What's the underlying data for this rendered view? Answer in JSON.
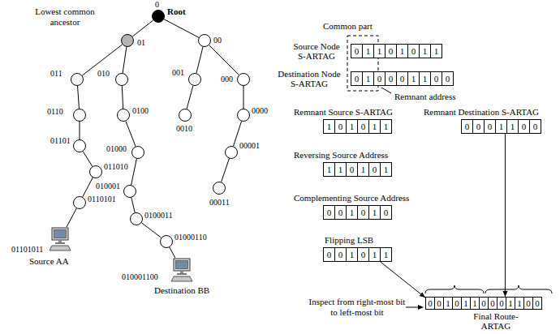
{
  "diagram": {
    "nodes": [
      {
        "text": [
          "0",
          "Root"
        ]
      },
      {
        "text": [
          "01"
        ]
      },
      {
        "text": [
          "00"
        ]
      },
      {
        "text": [
          "011"
        ]
      },
      {
        "text": [
          "010"
        ]
      },
      {
        "text": [
          "001"
        ]
      },
      {
        "text": [
          "000"
        ]
      },
      {
        "text": [
          "0110"
        ]
      },
      {
        "text": [
          "0100"
        ]
      },
      {
        "text": [
          "0010"
        ]
      },
      {
        "text": [
          "0000"
        ]
      },
      {
        "text": [
          "01101"
        ]
      },
      {
        "text": [
          "01000"
        ]
      },
      {
        "text": [
          "00001"
        ]
      },
      {
        "text": [
          "011010"
        ]
      },
      {
        "text": [
          "010001"
        ]
      },
      {
        "text": [
          "00011"
        ]
      },
      {
        "text": [
          "0110101"
        ]
      },
      {
        "text": [
          "0100011"
        ]
      },
      {
        "text": [
          "01000110"
        ]
      },
      {
        "text": [
          "01101011",
          "Source AA"
        ]
      },
      {
        "text": [
          "010001100",
          "Destination BB"
        ]
      },
      {
        "text": [
          "Source Node S-ARTAG"
        ]
      },
      {
        "text": [
          "0"
        ],
        "in": 22
      },
      {
        "text": [
          "1"
        ],
        "in": 22
      },
      {
        "text": [
          "1"
        ],
        "in": 22
      },
      {
        "text": [
          "0"
        ],
        "in": 22
      },
      {
        "text": [
          "1"
        ],
        "in": 22
      },
      {
        "text": [
          "0"
        ],
        "in": 22
      },
      {
        "text": [
          "1"
        ],
        "in": 22
      },
      {
        "text": [
          "1"
        ],
        "in": 22
      },
      {
        "text": [
          "Destination Node S-ARTAG"
        ]
      },
      {
        "text": [
          "0"
        ],
        "in": 31
      },
      {
        "text": [
          "1"
        ],
        "in": 31
      },
      {
        "text": [
          "0"
        ],
        "in": 31
      },
      {
        "text": [
          "0"
        ],
        "in": 31
      },
      {
        "text": [
          "0"
        ],
        "in": 31
      },
      {
        "text": [
          "1"
        ],
        "in": 31
      },
      {
        "text": [
          "1"
        ],
        "in": 31
      },
      {
        "text": [
          "0"
        ],
        "in": 31
      },
      {
        "text": [
          "0"
        ],
        "in": 31
      },
      {
        "text": [
          "Remnant Source S-ARTAG"
        ]
      },
      {
        "text": [
          "1"
        ],
        "in": 41
      },
      {
        "text": [
          "0"
        ],
        "in": 41
      },
      {
        "text": [
          "1"
        ],
        "in": 41
      },
      {
        "text": [
          "0"
        ],
        "in": 41
      },
      {
        "text": [
          "1"
        ],
        "in": 41
      },
      {
        "text": [
          "1"
        ],
        "in": 41
      },
      {
        "text": [
          "Remnant Destination S-ARTAG"
        ]
      },
      {
        "text": [
          "0"
        ],
        "in": 48
      },
      {
        "text": [
          "0"
        ],
        "in": 48
      },
      {
        "text": [
          "0"
        ],
        "in": 48
      },
      {
        "text": [
          "1"
        ],
        "in": 48
      },
      {
        "text": [
          "1"
        ],
        "in": 48
      },
      {
        "text": [
          "0"
        ],
        "in": 48
      },
      {
        "text": [
          "0"
        ],
        "in": 48
      },
      {
        "text": [
          "Reversing Source Address"
        ]
      },
      {
        "text": [
          "1"
        ],
        "in": 56
      },
      {
        "text": [
          "1"
        ],
        "in": 56
      },
      {
        "text": [
          "0"
        ],
        "in": 56
      },
      {
        "text": [
          "1"
        ],
        "in": 56
      },
      {
        "text": [
          "0"
        ],
        "in": 56
      },
      {
        "text": [
          "1"
        ],
        "in": 56
      },
      {
        "text": [
          "Complementing Source Address"
        ]
      },
      {
        "text": [
          "0"
        ],
        "in": 63
      },
      {
        "text": [
          "0"
        ],
        "in": 63
      },
      {
        "text": [
          "1"
        ],
        "in": 63
      },
      {
        "text": [
          "0"
        ],
        "in": 63
      },
      {
        "text": [
          "1"
        ],
        "in": 63
      },
      {
        "text": [
          "0"
        ],
        "in": 63
      },
      {
        "text": [
          "Flipping LSB"
        ]
      },
      {
        "text": [
          "0"
        ],
        "in": 70
      },
      {
        "text": [
          "0"
        ],
        "in": 70
      },
      {
        "text": [
          "1"
        ],
        "in": 70
      },
      {
        "text": [
          "0"
        ],
        "in": 70
      },
      {
        "text": [
          "1"
        ],
        "in": 70
      },
      {
        "text": [
          "1"
        ],
        "in": 70
      },
      {
        "text": [
          "Final Route-ARTAG"
        ]
      },
      {
        "text": [
          "0"
        ],
        "in": 77
      },
      {
        "text": [
          "0"
        ],
        "in": 77
      },
      {
        "text": [
          "1"
        ],
        "in": 77
      },
      {
        "text": [
          "0"
        ],
        "in": 77
      },
      {
        "text": [
          "1"
        ],
        "in": 77
      },
      {
        "text": [
          "1"
        ],
        "in": 77
      },
      {
        "text": [
          "0"
        ],
        "in": 77
      },
      {
        "text": [
          "0"
        ],
        "in": 77
      },
      {
        "text": [
          "0"
        ],
        "in": 77
      },
      {
        "text": [
          "1"
        ],
        "in": 77
      },
      {
        "text": [
          "1"
        ],
        "in": 77
      },
      {
        "text": [
          "0"
        ],
        "in": 77
      },
      {
        "text": [
          "0"
        ],
        "in": 77
      }
    ],
    "edges": [
      {
        "from": 0,
        "to": 1,
        "arrow": "none"
      },
      {
        "from": 0,
        "to": 2,
        "arrow": "none"
      },
      {
        "from": 1,
        "to": 3,
        "arrow": "none"
      },
      {
        "from": 1,
        "to": 4,
        "arrow": "none"
      },
      {
        "from": 2,
        "to": 5,
        "arrow": "none"
      },
      {
        "from": 2,
        "to": 6,
        "arrow": "none"
      },
      {
        "from": 3,
        "to": 7,
        "arrow": "none"
      },
      {
        "from": 4,
        "to": 8,
        "arrow": "none"
      },
      {
        "from": 5,
        "to": 9,
        "arrow": "none"
      },
      {
        "from": 6,
        "to": 10,
        "arrow": "none"
      },
      {
        "from": 7,
        "to": 11,
        "arrow": "none"
      },
      {
        "from": 8,
        "to": 12,
        "arrow": "none"
      },
      {
        "from": 10,
        "to": 13,
        "arrow": "none"
      },
      {
        "from": 11,
        "to": 14,
        "arrow": "none"
      },
      {
        "from": 12,
        "to": 15,
        "arrow": "none"
      },
      {
        "from": 13,
        "to": 16,
        "arrow": "none"
      },
      {
        "from": 14,
        "to": 17,
        "arrow": "none"
      },
      {
        "from": 15,
        "to": 18,
        "arrow": "none"
      },
      {
        "from": 17,
        "to": 20,
        "arrow": "none"
      },
      {
        "from": 18,
        "to": 19,
        "arrow": "none"
      },
      {
        "from": 19,
        "to": 21,
        "arrow": "none"
      },
      {
        "from": 70,
        "to": 77,
        "arrow": "to"
      },
      {
        "from": 48,
        "to": 77,
        "arrow": "to"
      }
    ],
    "labels": [
      "Lowest common ancestor",
      "Common part",
      "Remnant address",
      "Inspect from right-most bit to left-most bit"
    ]
  }
}
